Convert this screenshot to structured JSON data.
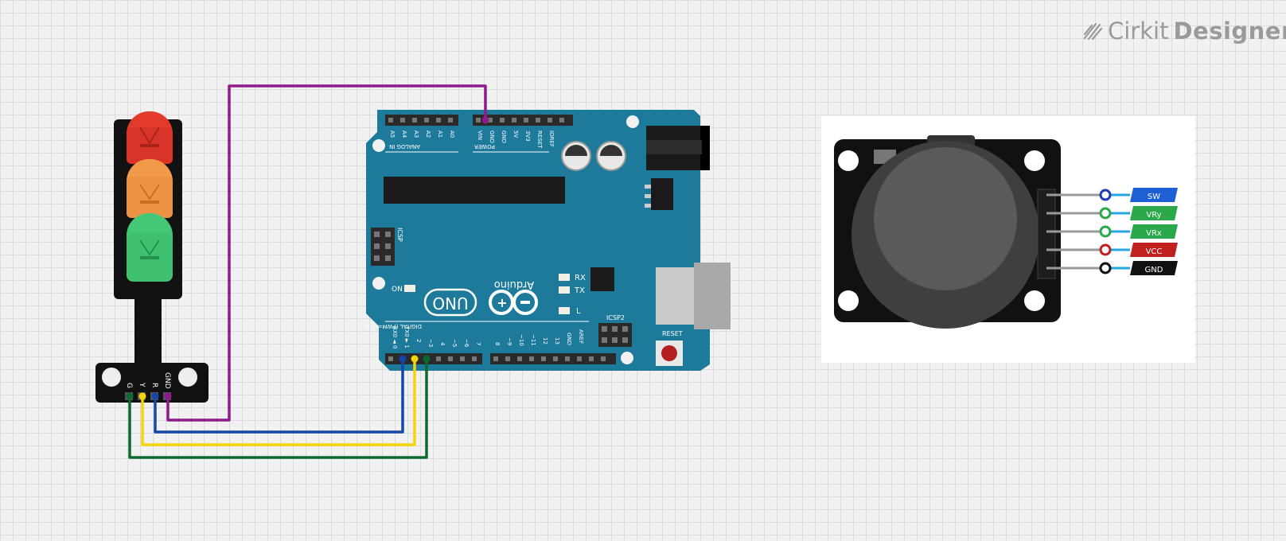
{
  "app": {
    "brand_prefix": "Cirkit",
    "brand_suffix": "Designer"
  },
  "traffic_light": {
    "pins": [
      "G",
      "Y",
      "R",
      "GND"
    ]
  },
  "arduino": {
    "name": "Arduino",
    "model": "UNO",
    "analog_header": "ANALOG IN",
    "power_header": "POWER",
    "digital_header": "DIGITAL (PWM= ~ )",
    "icsp": "ICSP",
    "icsp2": "ICSP2",
    "reset": "RESET",
    "on": "ON",
    "tx": "TX",
    "rx": "RX",
    "l": "L",
    "analog_pins": [
      "A5",
      "A4",
      "A3",
      "A2",
      "A1",
      "A0"
    ],
    "power_pins": [
      "VIN",
      "GND",
      "GND",
      "5V",
      "3V3",
      "RESET",
      "IOREF"
    ],
    "digital_pins_low": [
      "RX0 ◄ 0",
      "TX0 ► 1",
      "2",
      "~3",
      "4",
      "~5",
      "~6",
      "7"
    ],
    "digital_pins_high": [
      "8",
      "~9",
      "~10",
      "~11",
      "12",
      "13",
      "GND",
      "AREF"
    ]
  },
  "joystick": {
    "pins": [
      {
        "label": "SW",
        "color": "#1f5fd6"
      },
      {
        "label": "VRy",
        "color": "#2aa84a"
      },
      {
        "label": "VRx",
        "color": "#2aa84a"
      },
      {
        "label": "VCC",
        "color": "#c0201e"
      },
      {
        "label": "GND",
        "color": "#111111"
      }
    ]
  },
  "wires": {
    "colors": {
      "gnd": "#8e1a8c",
      "red": "#1846a8",
      "yellow": "#f6d40a",
      "green": "#0d6a2e"
    }
  }
}
